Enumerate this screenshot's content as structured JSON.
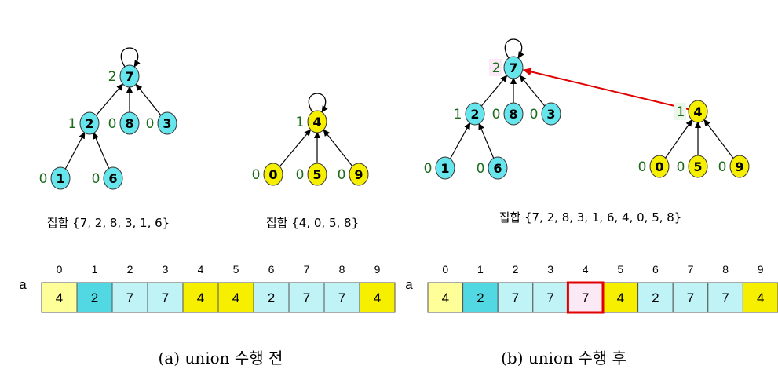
{
  "colors": {
    "cyan": "#66e6ec",
    "yellow": "#f6ef00",
    "cell_light_yellow": "#ffff99",
    "cell_yellow": "#f6ef00",
    "cell_cyan": "#52d8e2",
    "cell_light_cyan": "#bff3f6",
    "cell_pink": "#fbe9f5",
    "highlight_border": "#e00000",
    "union_arrow": "#e00000",
    "rank_text": "#1a6b1a"
  },
  "panel_a": {
    "trees": [
      {
        "nodes": [
          {
            "id": "7",
            "rank": "2",
            "color": "cyan",
            "self_loop": true
          },
          {
            "id": "2",
            "rank": "1",
            "color": "cyan",
            "parent": "7"
          },
          {
            "id": "8",
            "rank": "0",
            "color": "cyan",
            "parent": "7"
          },
          {
            "id": "3",
            "rank": "0",
            "color": "cyan",
            "parent": "7"
          },
          {
            "id": "1",
            "rank": "0",
            "color": "cyan",
            "parent": "2"
          },
          {
            "id": "6",
            "rank": "0",
            "color": "cyan",
            "parent": "2"
          }
        ],
        "set_label": "집합 {7, 2, 8, 3, 1, 6}"
      },
      {
        "nodes": [
          {
            "id": "4",
            "rank": "1",
            "color": "yellow",
            "self_loop": true
          },
          {
            "id": "0",
            "rank": "0",
            "color": "yellow",
            "parent": "4"
          },
          {
            "id": "5",
            "rank": "0",
            "color": "yellow",
            "parent": "4"
          },
          {
            "id": "9",
            "rank": "0",
            "color": "yellow",
            "parent": "4"
          }
        ],
        "set_label": "집합 {4, 0, 5, 8}"
      }
    ],
    "array": {
      "name": "a",
      "indices": [
        "0",
        "1",
        "2",
        "3",
        "4",
        "5",
        "6",
        "7",
        "8",
        "9"
      ],
      "values": [
        "4",
        "2",
        "7",
        "7",
        "4",
        "4",
        "2",
        "7",
        "7",
        "4"
      ],
      "cell_colors": [
        "cell_light_yellow",
        "cell_cyan",
        "cell_light_cyan",
        "cell_light_cyan",
        "cell_yellow",
        "cell_yellow",
        "cell_light_cyan",
        "cell_light_cyan",
        "cell_light_cyan",
        "cell_yellow"
      ]
    },
    "caption": "(a) union 수행 전"
  },
  "panel_b": {
    "nodes": [
      {
        "id": "7",
        "rank": "2",
        "color": "cyan",
        "self_loop": true
      },
      {
        "id": "2",
        "rank": "1",
        "color": "cyan",
        "parent": "7"
      },
      {
        "id": "8",
        "rank": "0",
        "color": "cyan",
        "parent": "7"
      },
      {
        "id": "3",
        "rank": "0",
        "color": "cyan",
        "parent": "7"
      },
      {
        "id": "1",
        "rank": "0",
        "color": "cyan",
        "parent": "2"
      },
      {
        "id": "6",
        "rank": "0",
        "color": "cyan",
        "parent": "2"
      },
      {
        "id": "4",
        "rank": "1",
        "color": "yellow",
        "parent": "7",
        "union_link": true
      },
      {
        "id": "0",
        "rank": "0",
        "color": "yellow",
        "parent": "4"
      },
      {
        "id": "5",
        "rank": "0",
        "color": "yellow",
        "parent": "4"
      },
      {
        "id": "9",
        "rank": "0",
        "color": "yellow",
        "parent": "4"
      }
    ],
    "set_label": "집합 {7, 2, 8, 3, 1, 6, 4, 0, 5, 8}",
    "array": {
      "name": "a",
      "indices": [
        "0",
        "1",
        "2",
        "3",
        "4",
        "5",
        "6",
        "7",
        "8",
        "9"
      ],
      "values": [
        "4",
        "2",
        "7",
        "7",
        "7",
        "4",
        "2",
        "7",
        "7",
        "4"
      ],
      "cell_colors": [
        "cell_light_yellow",
        "cell_cyan",
        "cell_light_cyan",
        "cell_light_cyan",
        "cell_pink",
        "cell_yellow",
        "cell_light_cyan",
        "cell_light_cyan",
        "cell_light_cyan",
        "cell_yellow"
      ],
      "highlighted_index": 4
    },
    "caption": "(b) union 수행 후"
  }
}
